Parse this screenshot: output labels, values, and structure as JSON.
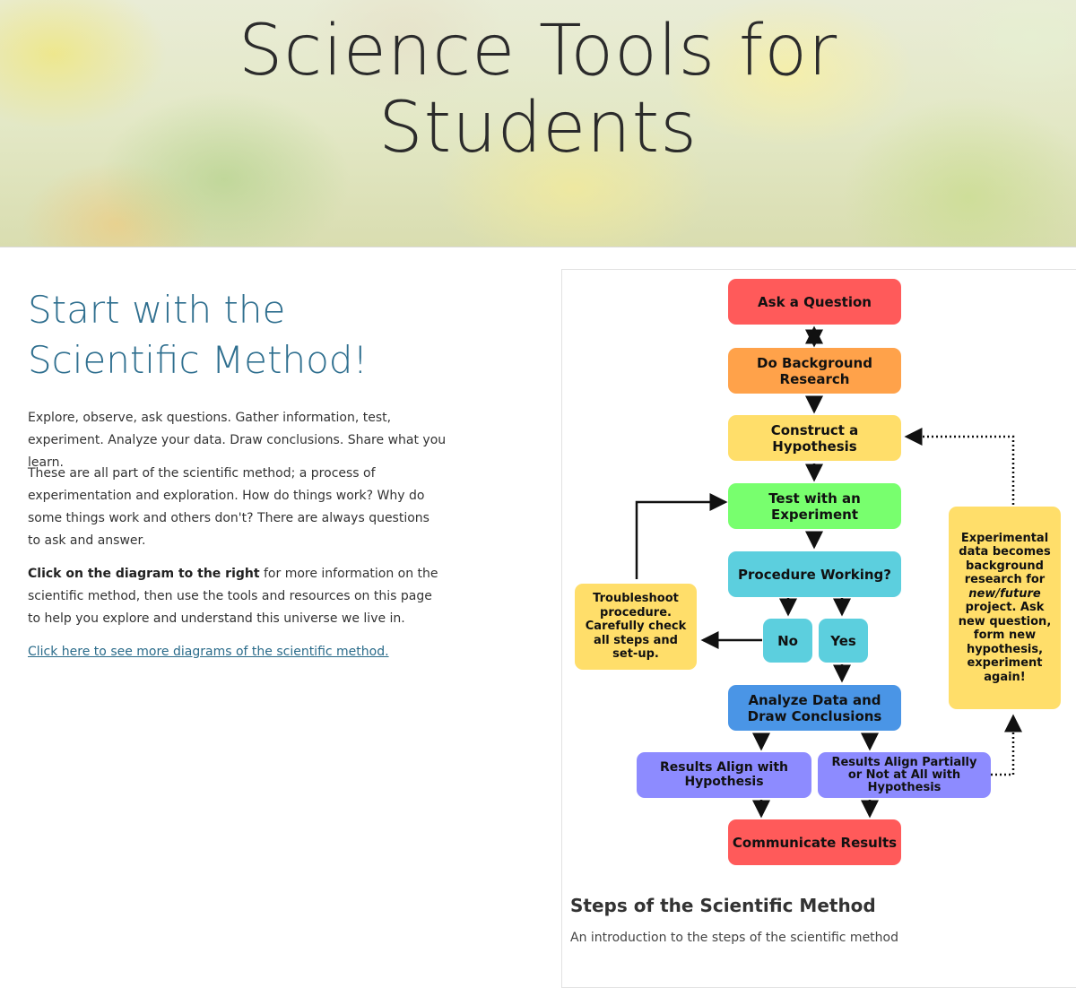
{
  "hero": {
    "title_line1": "Science Tools for",
    "title_line2": "Students"
  },
  "intro": {
    "heading_line1": "Start with the",
    "heading_line2": "Scientific Method!",
    "paragraph1": "Explore, observe, ask questions. Gather information, test, experiment. Analyze your data. Draw conclusions. Share what you learn.",
    "paragraph2": "These are all part of the scientific method; a process of experimentation and exploration. How do things work? Why do some things work and others don't? There are always questions to ask and answer.",
    "paragraph3_bold": "Click on the diagram to the right",
    "paragraph3_rest": " for more information on the scientific method, then use the tools and resources on this page to help you explore and understand this universe we live in.",
    "link_text": "Click here to see more diagrams of the scientific method."
  },
  "diagram": {
    "ask": "Ask a Question",
    "background": "Do Background Research",
    "hypothesis": "Construct a Hypothesis",
    "test": "Test with an Experiment",
    "procedure": "Procedure Working?",
    "no": "No",
    "yes": "Yes",
    "troubleshoot": "Troubleshoot procedure. Carefully check all steps and set-up.",
    "analyze": "Analyze Data and Draw Conclusions",
    "align": "Results Align with Hypothesis",
    "partial": "Results Align Partially or Not at All with Hypothesis",
    "communicate": "Communicate Results",
    "experimental_1": "Experimental data becomes background research for",
    "experimental_italic": "new/future",
    "experimental_2": "project. Ask new question, form new hypothesis, experiment again!",
    "colors": {
      "red": "#ff5a5a",
      "orange": "#ffa24a",
      "yellow": "#ffde6a",
      "green": "#78ff6e",
      "cyan": "#5ccfde",
      "blue": "#4a95e6",
      "purple": "#8d8bff"
    }
  },
  "card": {
    "title": "Steps of the Scientific Method",
    "description": "An introduction to the steps of the scientific method"
  },
  "colors": {
    "heading": "#2f6f8f",
    "link": "#2a6b8a"
  }
}
